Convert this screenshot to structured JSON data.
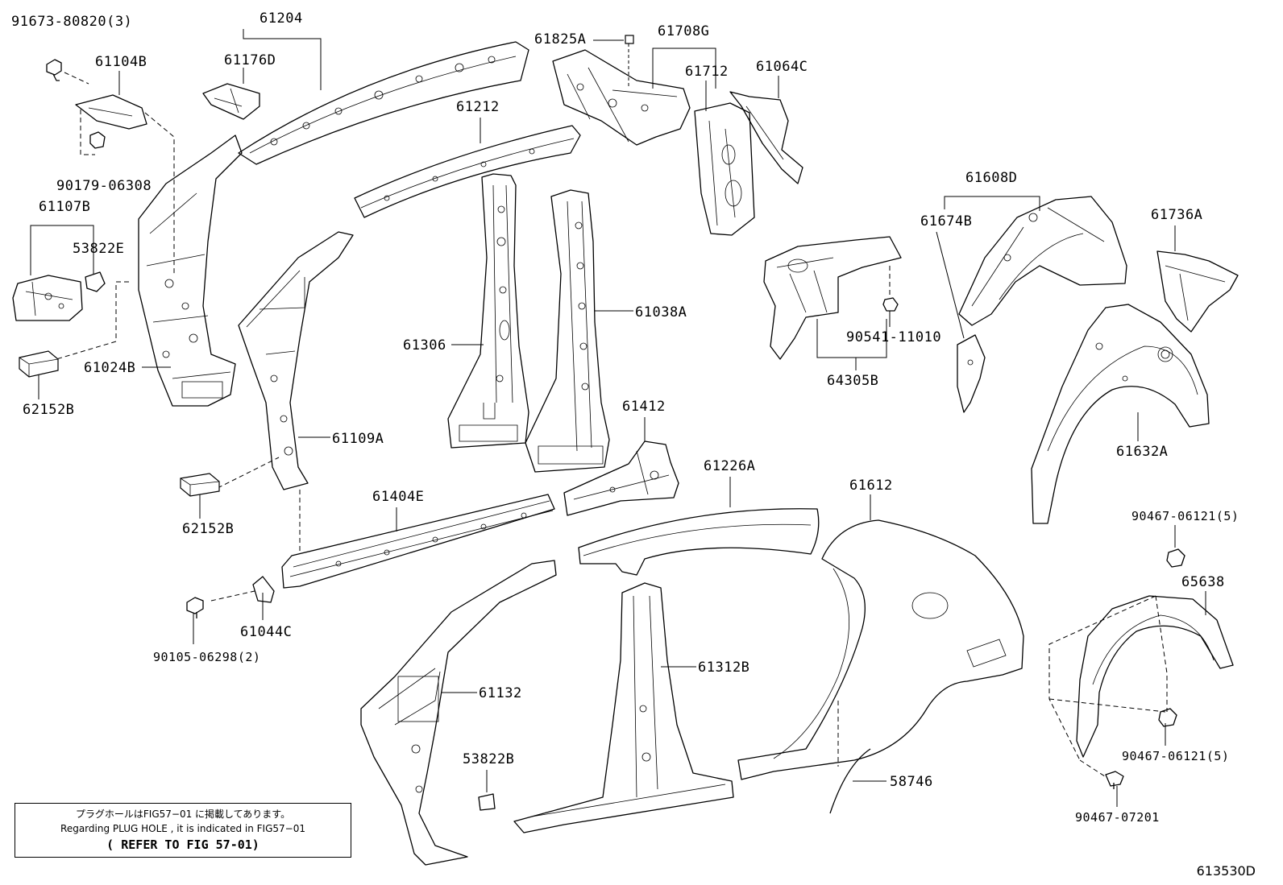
{
  "labels": {
    "p91673": "91673-80820(3)",
    "p61204": "61204",
    "p61176D": "61176D",
    "p61104B": "61104B",
    "p90179": "90179-06308",
    "p61107B": "61107B",
    "p53822E": "53822E",
    "p61024B": "61024B",
    "p62152B_1": "62152B",
    "p61212": "61212",
    "p61825A": "61825A",
    "p61708G": "61708G",
    "p61712": "61712",
    "p61064C": "61064C",
    "p61306": "61306",
    "p61038A": "61038A",
    "p61109A": "61109A",
    "p62152B_2": "62152B",
    "p61608D": "61608D",
    "p61674B": "61674B",
    "p61736A": "61736A",
    "p90541": "90541-11010",
    "p64305B": "64305B",
    "p61632A": "61632A",
    "p61412": "61412",
    "p61404E": "61404E",
    "p61226A": "61226A",
    "p61612": "61612",
    "p61044C": "61044C",
    "p90105": "90105-06298(2)",
    "p61132": "61132",
    "p61312B": "61312B",
    "p53822B": "53822B",
    "p58746": "58746",
    "p90467_06121_a": "90467-06121(5)",
    "p65638": "65638",
    "p90467_06121_b": "90467-06121(5)",
    "p90467_07201": "90467-07201"
  },
  "note": {
    "line1": "プラグホールはFIG57−01 に掲載してあります。",
    "line2": "Regarding  PLUG HOLE  , it is indicated  in  FIG57−01",
    "line3": "( REFER TO FIG 57-01)"
  },
  "figure_code": "613530D"
}
